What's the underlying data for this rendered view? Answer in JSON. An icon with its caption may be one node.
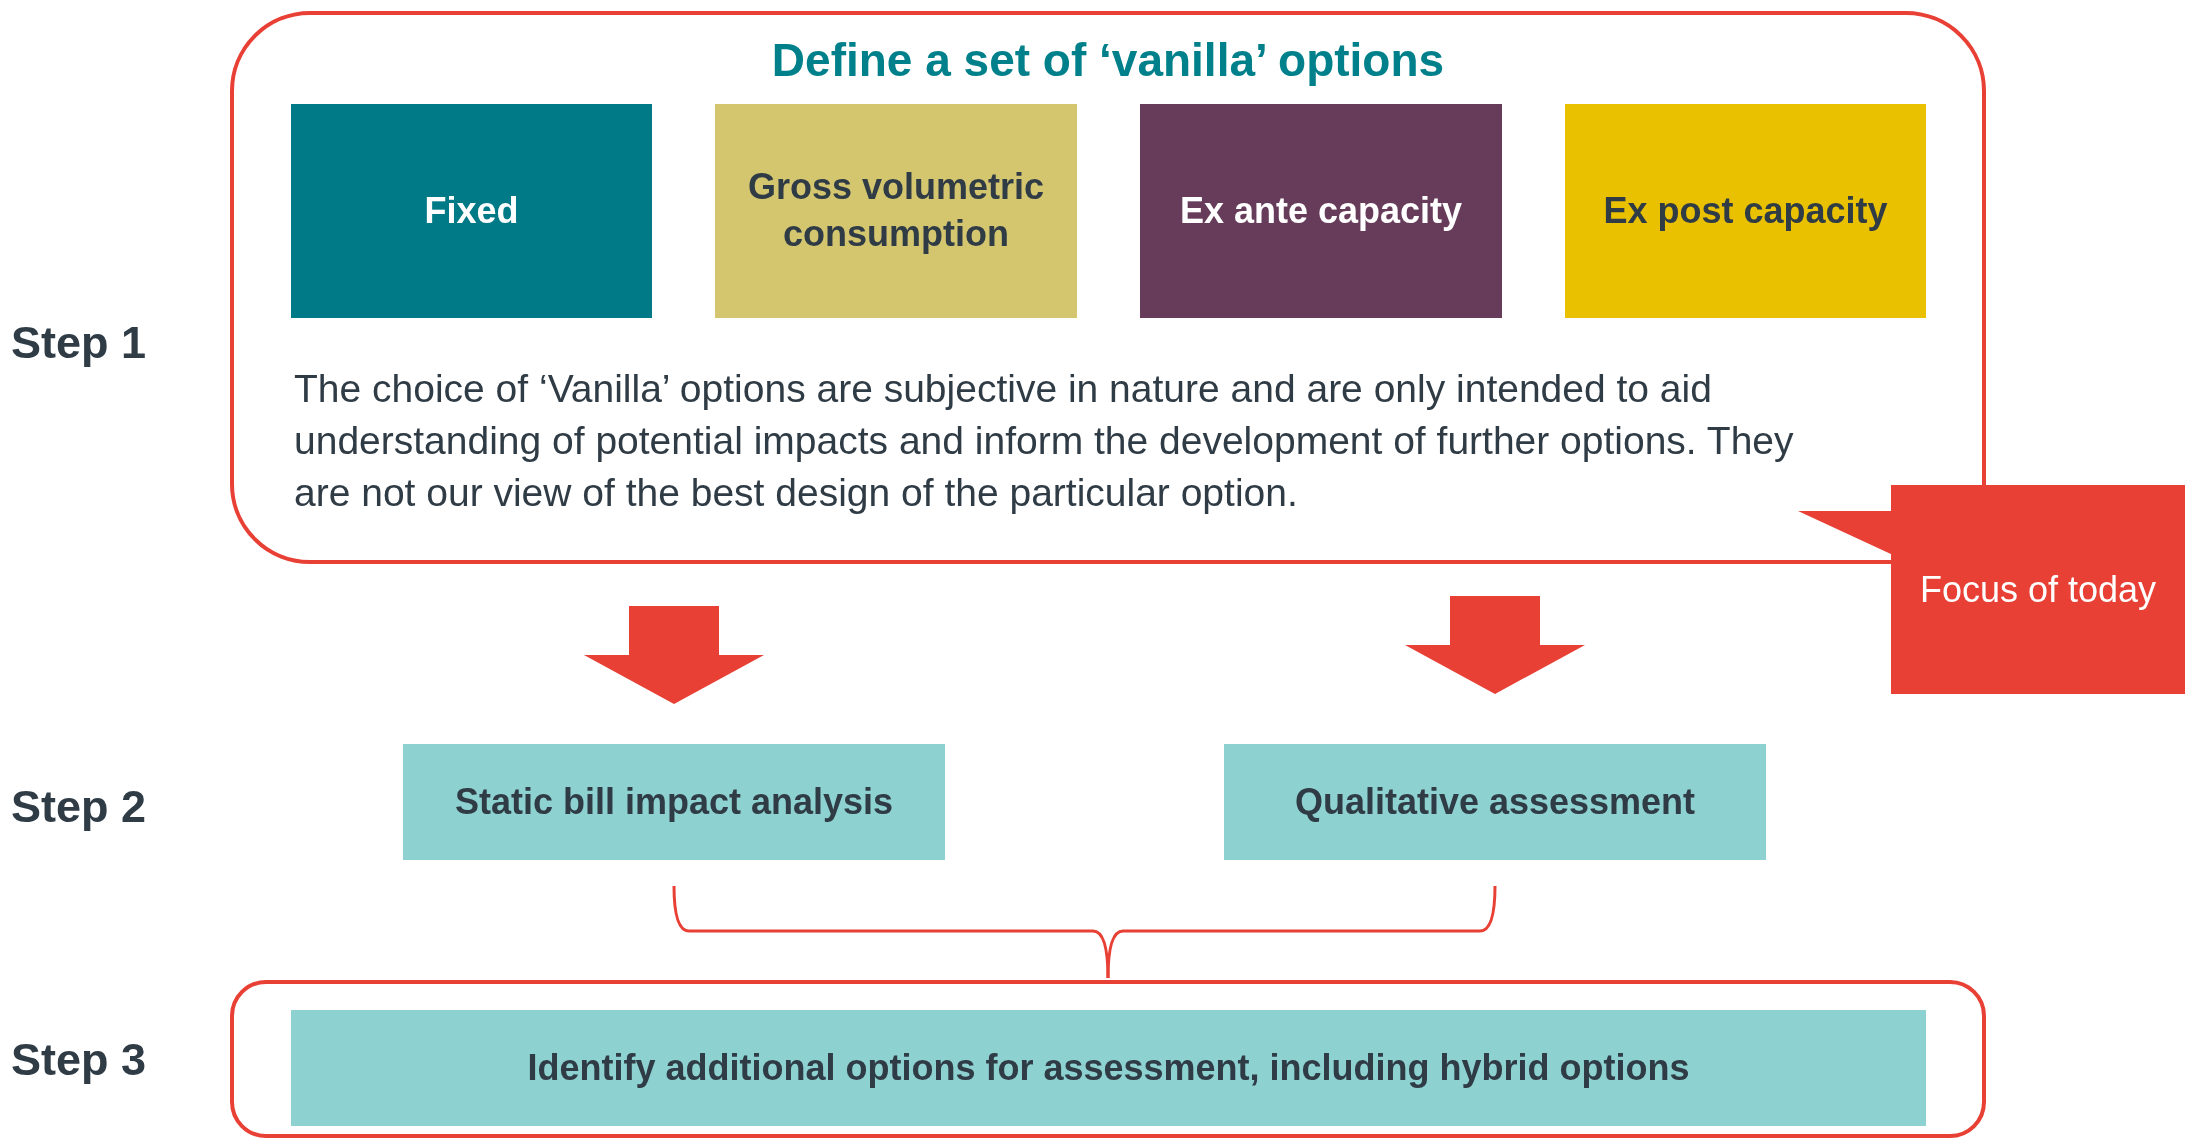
{
  "diagram": {
    "nodes": [
      {
        "text": [
          "Define a set of ‘vanilla’ options",
          "The choice of ‘Vanilla’ options are subjective in nature and are only intended to aid understanding of potential impacts and inform the development of further options. They are not our view of the best design of the particular option."
        ]
      },
      {
        "text": [
          "Fixed"
        ],
        "in": 0
      },
      {
        "text": [
          "Gross volumetric consumption"
        ],
        "in": 0
      },
      {
        "text": [
          "Ex ante capacity"
        ],
        "in": 0
      },
      {
        "text": [
          "Ex post capacity"
        ],
        "in": 0
      },
      {
        "text": [
          "Focus of today"
        ]
      },
      {
        "text": [
          "Static bill impact analysis"
        ]
      },
      {
        "text": [
          "Qualitative assessment"
        ]
      },
      {
        "text": [],
        "shape": "box"
      },
      {
        "text": [
          "Identify additional options for assessment, including hybrid options"
        ],
        "in": 8
      }
    ],
    "edges": [
      {
        "from": 0,
        "to": 6,
        "arrow": "to",
        "style": "thick"
      },
      {
        "from": 0,
        "to": 7,
        "arrow": "to",
        "style": "thick"
      },
      {
        "from": 6,
        "to": 8,
        "arrow": "none"
      },
      {
        "from": 7,
        "to": 8,
        "arrow": "none"
      },
      {
        "from": 5,
        "to": 0,
        "arrow": "none",
        "style": "thick"
      }
    ],
    "labels": [
      "Step 1",
      "Step 2",
      "Step 3"
    ]
  }
}
